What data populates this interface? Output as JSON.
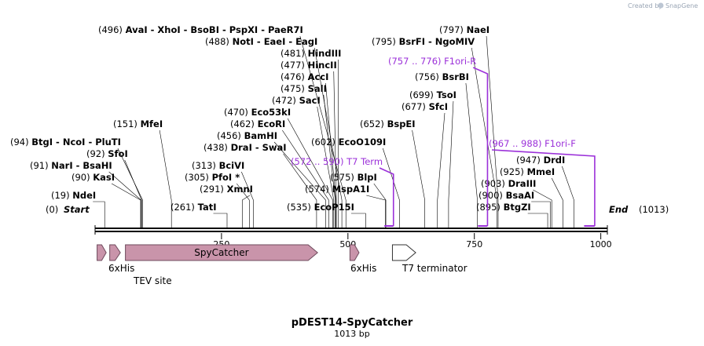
{
  "title": "pDEST14-SpyCatcher",
  "subtitle": "1013 bp",
  "watermark": {
    "created_by": "Created by",
    "brand": "SnapGene"
  },
  "sequence_length": 1013,
  "backbone": {
    "start_label": "Start",
    "start_pos": "(0)",
    "end_label": "End",
    "end_pos": "(1013)"
  },
  "ticks": [
    {
      "bp": 250,
      "label": "250"
    },
    {
      "bp": 500,
      "label": "500"
    },
    {
      "bp": 750,
      "label": "750"
    },
    {
      "bp": 1000,
      "label": "1000"
    }
  ],
  "sites": [
    {
      "pos": "(496)",
      "names": [
        "AvaI",
        "XhoI",
        "BsoBI",
        "PspXI",
        "PaeR7I"
      ],
      "bp": 496,
      "side": "left"
    },
    {
      "pos": "(488)",
      "names": [
        "NotI",
        "EaeI",
        "EagI"
      ],
      "bp": 488,
      "side": "left"
    },
    {
      "pos": "(481)",
      "names": [
        "HindIII"
      ],
      "bp": 481,
      "side": "left"
    },
    {
      "pos": "(477)",
      "names": [
        "HincII"
      ],
      "bp": 477,
      "side": "left"
    },
    {
      "pos": "(476)",
      "names": [
        "AccI"
      ],
      "bp": 476,
      "side": "left"
    },
    {
      "pos": "(475)",
      "names": [
        "SalI"
      ],
      "bp": 475,
      "side": "left"
    },
    {
      "pos": "(472)",
      "names": [
        "SacI"
      ],
      "bp": 472,
      "side": "left"
    },
    {
      "pos": "(470)",
      "names": [
        "Eco53kI"
      ],
      "bp": 470,
      "side": "left"
    },
    {
      "pos": "(462)",
      "names": [
        "EcoRI"
      ],
      "bp": 462,
      "side": "left"
    },
    {
      "pos": "(456)",
      "names": [
        "BamHI"
      ],
      "bp": 456,
      "side": "left"
    },
    {
      "pos": "(438)",
      "names": [
        "DraI",
        "SwaI"
      ],
      "bp": 438,
      "side": "left"
    },
    {
      "pos": "(151)",
      "names": [
        "MfeI"
      ],
      "bp": 151,
      "side": "left"
    },
    {
      "pos": "(94)",
      "names": [
        "BtgI",
        "NcoI",
        "PluTI"
      ],
      "bp": 94,
      "side": "left"
    },
    {
      "pos": "(92)",
      "names": [
        "SfoI"
      ],
      "bp": 92,
      "side": "left"
    },
    {
      "pos": "(91)",
      "names": [
        "NarI",
        "BsaHI"
      ],
      "bp": 91,
      "side": "left"
    },
    {
      "pos": "(90)",
      "names": [
        "KasI"
      ],
      "bp": 90,
      "side": "left"
    },
    {
      "pos": "(19)",
      "names": [
        "NdeI"
      ],
      "bp": 19,
      "side": "left"
    },
    {
      "pos": "(313)",
      "names": [
        "BciVI"
      ],
      "bp": 313,
      "side": "left"
    },
    {
      "pos": "(305)",
      "names": [
        "PfoI *"
      ],
      "bp": 305,
      "side": "left"
    },
    {
      "pos": "(291)",
      "names": [
        "XmnI"
      ],
      "bp": 291,
      "side": "left"
    },
    {
      "pos": "(261)",
      "names": [
        "TatI"
      ],
      "bp": 261,
      "side": "left"
    },
    {
      "pos": "(797)",
      "names": [
        "NaeI"
      ],
      "bp": 797,
      "side": "right"
    },
    {
      "pos": "(795)",
      "names": [
        "BsrFI",
        "NgoMIV"
      ],
      "bp": 795,
      "side": "right"
    },
    {
      "pos": "(756)",
      "names": [
        "BsrBI"
      ],
      "bp": 756,
      "side": "right"
    },
    {
      "pos": "(699)",
      "names": [
        "TsoI"
      ],
      "bp": 699,
      "side": "right"
    },
    {
      "pos": "(677)",
      "names": [
        "SfcI"
      ],
      "bp": 677,
      "side": "right"
    },
    {
      "pos": "(652)",
      "names": [
        "BspEI"
      ],
      "bp": 652,
      "side": "right"
    },
    {
      "pos": "(602)",
      "names": [
        "EcoO109I"
      ],
      "bp": 602,
      "side": "right"
    },
    {
      "pos": "(575)",
      "names": [
        "BlpI"
      ],
      "bp": 575,
      "side": "right"
    },
    {
      "pos": "(574)",
      "names": [
        "MspA1I"
      ],
      "bp": 574,
      "side": "right"
    },
    {
      "pos": "(535)",
      "names": [
        "EcoP15I"
      ],
      "bp": 535,
      "side": "right"
    },
    {
      "pos": "(947)",
      "names": [
        "DrdI"
      ],
      "bp": 947,
      "side": "right"
    },
    {
      "pos": "(925)",
      "names": [
        "MmeI"
      ],
      "bp": 925,
      "side": "right"
    },
    {
      "pos": "(903)",
      "names": [
        "DraIII"
      ],
      "bp": 903,
      "side": "right"
    },
    {
      "pos": "(900)",
      "names": [
        "BsaAI"
      ],
      "bp": 900,
      "side": "right"
    },
    {
      "pos": "(895)",
      "names": [
        "BtgZI"
      ],
      "bp": 895,
      "side": "right"
    }
  ],
  "primers": [
    {
      "range": "(757 .. 776)",
      "name": "F1ori-R",
      "bp_start": 757,
      "bp_end": 776
    },
    {
      "range": "(967 .. 988)",
      "name": "F1ori-F",
      "bp_start": 967,
      "bp_end": 988
    },
    {
      "range": "(572 .. 590)",
      "name": "T7 Term",
      "bp_start": 572,
      "bp_end": 590
    }
  ],
  "features": [
    {
      "name": "6xHis",
      "bp_start": 4,
      "bp_end": 22,
      "color": "#c994aa"
    },
    {
      "name": "TEV site",
      "bp_start": 29,
      "bp_end": 50,
      "color": "#c994aa"
    },
    {
      "name": "SpyCatcher",
      "bp_start": 60,
      "bp_end": 440,
      "color": "#c994aa"
    },
    {
      "name": "6xHis",
      "bp_start": 504,
      "bp_end": 522,
      "color": "#c994aa"
    },
    {
      "name": "T7 terminator",
      "bp_start": 588,
      "bp_end": 634,
      "color": "#ffffff"
    }
  ],
  "colors": {
    "primer": "#9b30d9",
    "feature": "#c994aa",
    "feature_stroke": "#6e4a5c",
    "backbone": "#000000"
  }
}
